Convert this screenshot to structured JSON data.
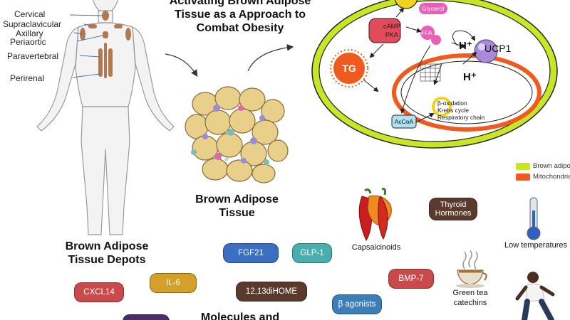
{
  "depots": {
    "title": "Brown Adipose Tissue Depots",
    "labels": [
      "Cervical",
      "Supraclavicular",
      "Axillary",
      "Periaortic",
      "Paravertebral",
      "Perirenal"
    ]
  },
  "main_title": "Activating Brown Adipose Tissue as a Approach to Combat Obesity",
  "tissue_label": "Brown Adipose Tissue",
  "cell": {
    "glycerol": "Glycerol",
    "camp": "cAMP",
    "pka": "PKA",
    "ffa": "FFA",
    "tg": "TG",
    "h_plus": "H⁺",
    "ucp1": "UCP1",
    "acoa": "AcCoA",
    "process_1": "β-oxidation",
    "process_2": "Krebs cycle",
    "process_3": "Respiratory chain"
  },
  "legend": [
    {
      "label": "Brown adipocyte",
      "color": "#c8e626"
    },
    {
      "label": "Mitochondria",
      "color": "#ef5a1f"
    }
  ],
  "activators": [
    {
      "label": "Capsaicinoids",
      "icon": "chili-pepper-icon"
    },
    {
      "label": "Thyroid Hormones",
      "color": "#5b3a2e"
    },
    {
      "label": "Low temperatures",
      "icon": "thermometer-icon"
    },
    {
      "label": "Green tea catechins",
      "icon": "tea-cup-icon"
    },
    {
      "label": "BMP-7",
      "color": "#c94a4a"
    }
  ],
  "molecules": {
    "title": "Molecules and",
    "items": [
      {
        "label": "FGF21",
        "color": "#3c6fc2"
      },
      {
        "label": "GLP-1",
        "color": "#4aaeae"
      },
      {
        "label": "IL-6",
        "color": "#d4a02a"
      },
      {
        "label": "CXCL14",
        "color": "#c94a4a"
      },
      {
        "label": "12,13diHOME",
        "color": "#5b3a2e"
      },
      {
        "label": "β agonists",
        "color": "#3c7fb8"
      }
    ]
  }
}
